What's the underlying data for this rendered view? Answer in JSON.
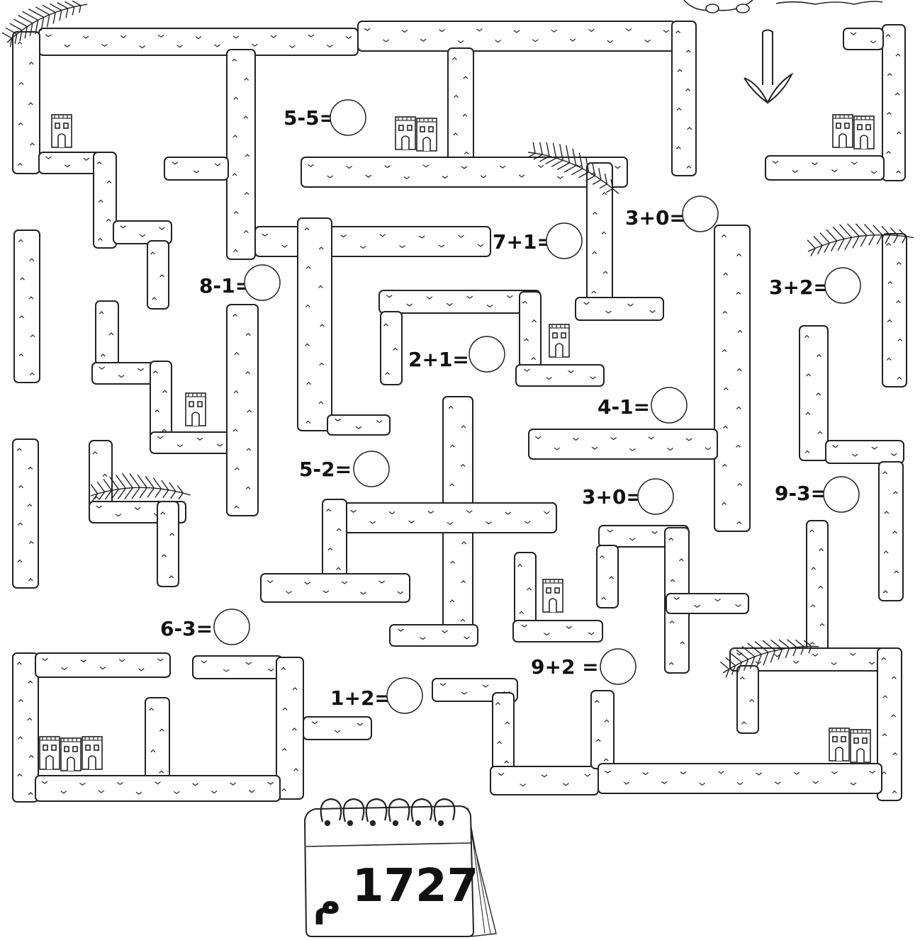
{
  "equations": [
    {
      "id": "eq-5-5",
      "text": "5-5="
    },
    {
      "id": "eq-7+1",
      "text": "7+1="
    },
    {
      "id": "eq-3+0-a",
      "text": "3+0="
    },
    {
      "id": "eq-8-1",
      "text": "8-1="
    },
    {
      "id": "eq-3+2",
      "text": "3+2="
    },
    {
      "id": "eq-2+1",
      "text": "2+1="
    },
    {
      "id": "eq-4-1",
      "text": "4-1="
    },
    {
      "id": "eq-5-2",
      "text": "5-2="
    },
    {
      "id": "eq-3+0-b",
      "text": "3+0="
    },
    {
      "id": "eq-9-3",
      "text": "9-3="
    },
    {
      "id": "eq-6-3",
      "text": "6-3="
    },
    {
      "id": "eq-9+2",
      "text": "9+2 ="
    },
    {
      "id": "eq-1+2",
      "text": "1+2="
    }
  ],
  "calendar": {
    "year": "1727",
    "suffix": "م"
  },
  "icons": {
    "start_arrow": "down-arrow-icon",
    "palm": "palm-frond-icon",
    "house": "mud-house-icon",
    "calendar": "calendar-icon"
  }
}
